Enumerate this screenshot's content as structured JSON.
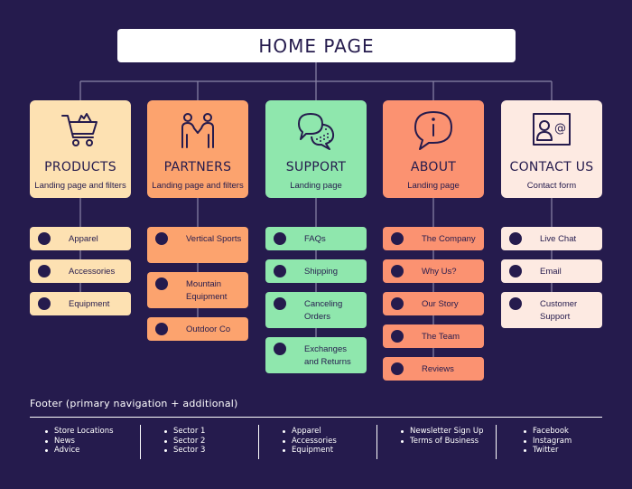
{
  "home": {
    "label": "HOME PAGE"
  },
  "colors": {
    "background": "#251b4d",
    "products": "#fde1b2",
    "partners": "#fca36e",
    "support": "#8fe7ad",
    "about": "#fb9271",
    "contact": "#fdeae2",
    "connector": "#8b86a8"
  },
  "sections": [
    {
      "id": "products",
      "title": "PRODUCTS",
      "subtitle": "Landing page and filters",
      "icon": "shopping-cart-icon",
      "items": [
        "Apparel",
        "Accessories",
        "Equipment"
      ]
    },
    {
      "id": "partners",
      "title": "PARTNERS",
      "subtitle": "Landing page and filters",
      "icon": "handshake-icon",
      "items": [
        "Vertical Sports",
        "Mountain Equipment",
        "Outdoor Co"
      ]
    },
    {
      "id": "support",
      "title": "SUPPORT",
      "subtitle": "Landing page",
      "icon": "chat-bubbles-icon",
      "items": [
        "FAQs",
        "Shipping",
        "Canceling Orders",
        "Exchanges and Returns"
      ]
    },
    {
      "id": "about",
      "title": "ABOUT",
      "subtitle": "Landing page",
      "icon": "info-bubble-icon",
      "items": [
        "The Company",
        "Why Us?",
        "Our Story",
        "The Team",
        "Reviews"
      ]
    },
    {
      "id": "contact",
      "title": "CONTACT US",
      "subtitle": "Contact form",
      "icon": "contact-card-icon",
      "items": [
        "Live Chat",
        "Email",
        "Customer Support"
      ]
    }
  ],
  "footer": {
    "title": "Footer (primary navigation + additional)",
    "columns": [
      [
        "Store Locations",
        "News",
        "Advice"
      ],
      [
        "Sector 1",
        "Sector 2",
        "Sector 3"
      ],
      [
        "Apparel",
        "Accessories",
        "Equipment"
      ],
      [
        "Newsletter Sign Up",
        "Terms of Business"
      ],
      [
        "Facebook",
        "Instagram",
        "Twitter"
      ]
    ]
  }
}
